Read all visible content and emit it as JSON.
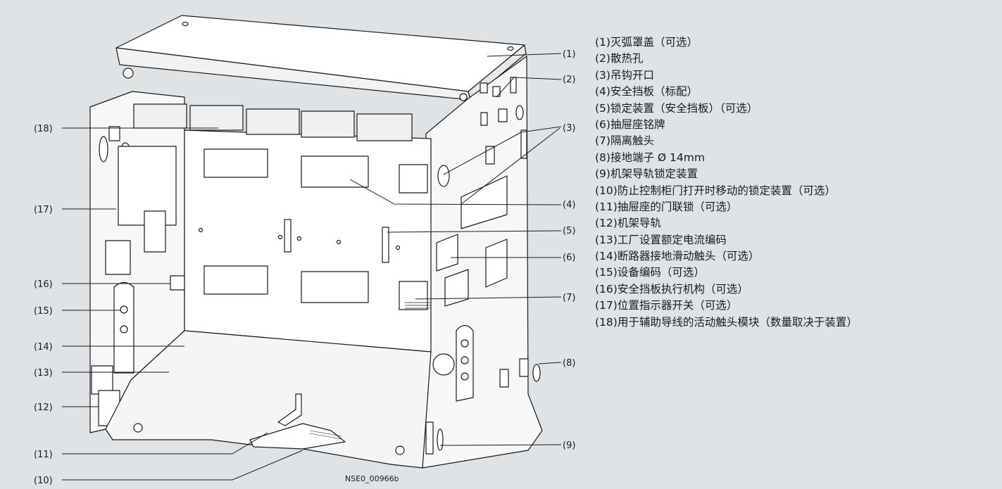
{
  "diagram": {
    "drawing_code": "NSE0_00966b",
    "callouts": [
      {
        "label": "(1)"
      },
      {
        "label": "(2)"
      },
      {
        "label": "(3)"
      },
      {
        "label": "(4)"
      },
      {
        "label": "(5)"
      },
      {
        "label": "(6)"
      },
      {
        "label": "(7)"
      },
      {
        "label": "(8)"
      },
      {
        "label": "(9)"
      },
      {
        "label": "(10)"
      },
      {
        "label": "(11)"
      },
      {
        "label": "(12)"
      },
      {
        "label": "(13)"
      },
      {
        "label": "(14)"
      },
      {
        "label": "(15)"
      },
      {
        "label": "(16)"
      },
      {
        "label": "(17)"
      },
      {
        "label": "(18)"
      }
    ]
  },
  "legend": {
    "items": [
      {
        "num": "(1)",
        "text": "灭弧罩盖（可选）"
      },
      {
        "num": "(2)",
        "text": "散热孔"
      },
      {
        "num": "(3)",
        "text": "吊钩开口"
      },
      {
        "num": "(4)",
        "text": "安全挡板（标配）"
      },
      {
        "num": "(5)",
        "text": "锁定装置（安全挡板）（可选）"
      },
      {
        "num": "(6)",
        "text": "抽屉座铭牌"
      },
      {
        "num": "(7)",
        "text": "隔离触头"
      },
      {
        "num": "(8)",
        "text": "接地端子 Ø 14mm"
      },
      {
        "num": "(9)",
        "text": "机架导轨锁定装置"
      },
      {
        "num": "(10)",
        "text": "防止控制柜门打开时移动的锁定装置（可选）"
      },
      {
        "num": "(11)",
        "text": "抽屉座的门联锁（可选）"
      },
      {
        "num": "(12)",
        "text": "机架导轨"
      },
      {
        "num": "(13)",
        "text": "工厂设置额定电流编码"
      },
      {
        "num": "(14)",
        "text": "断路器接地滑动触头（可选）"
      },
      {
        "num": "(15)",
        "text": "设备编码（可选）"
      },
      {
        "num": "(16)",
        "text": "安全挡板执行机构（可选）"
      },
      {
        "num": "(17)",
        "text": "位置指示器开关（可选）"
      },
      {
        "num": "(18)",
        "text": "用于辅助导线的活动触头模块（数量取决于装置）"
      }
    ]
  }
}
